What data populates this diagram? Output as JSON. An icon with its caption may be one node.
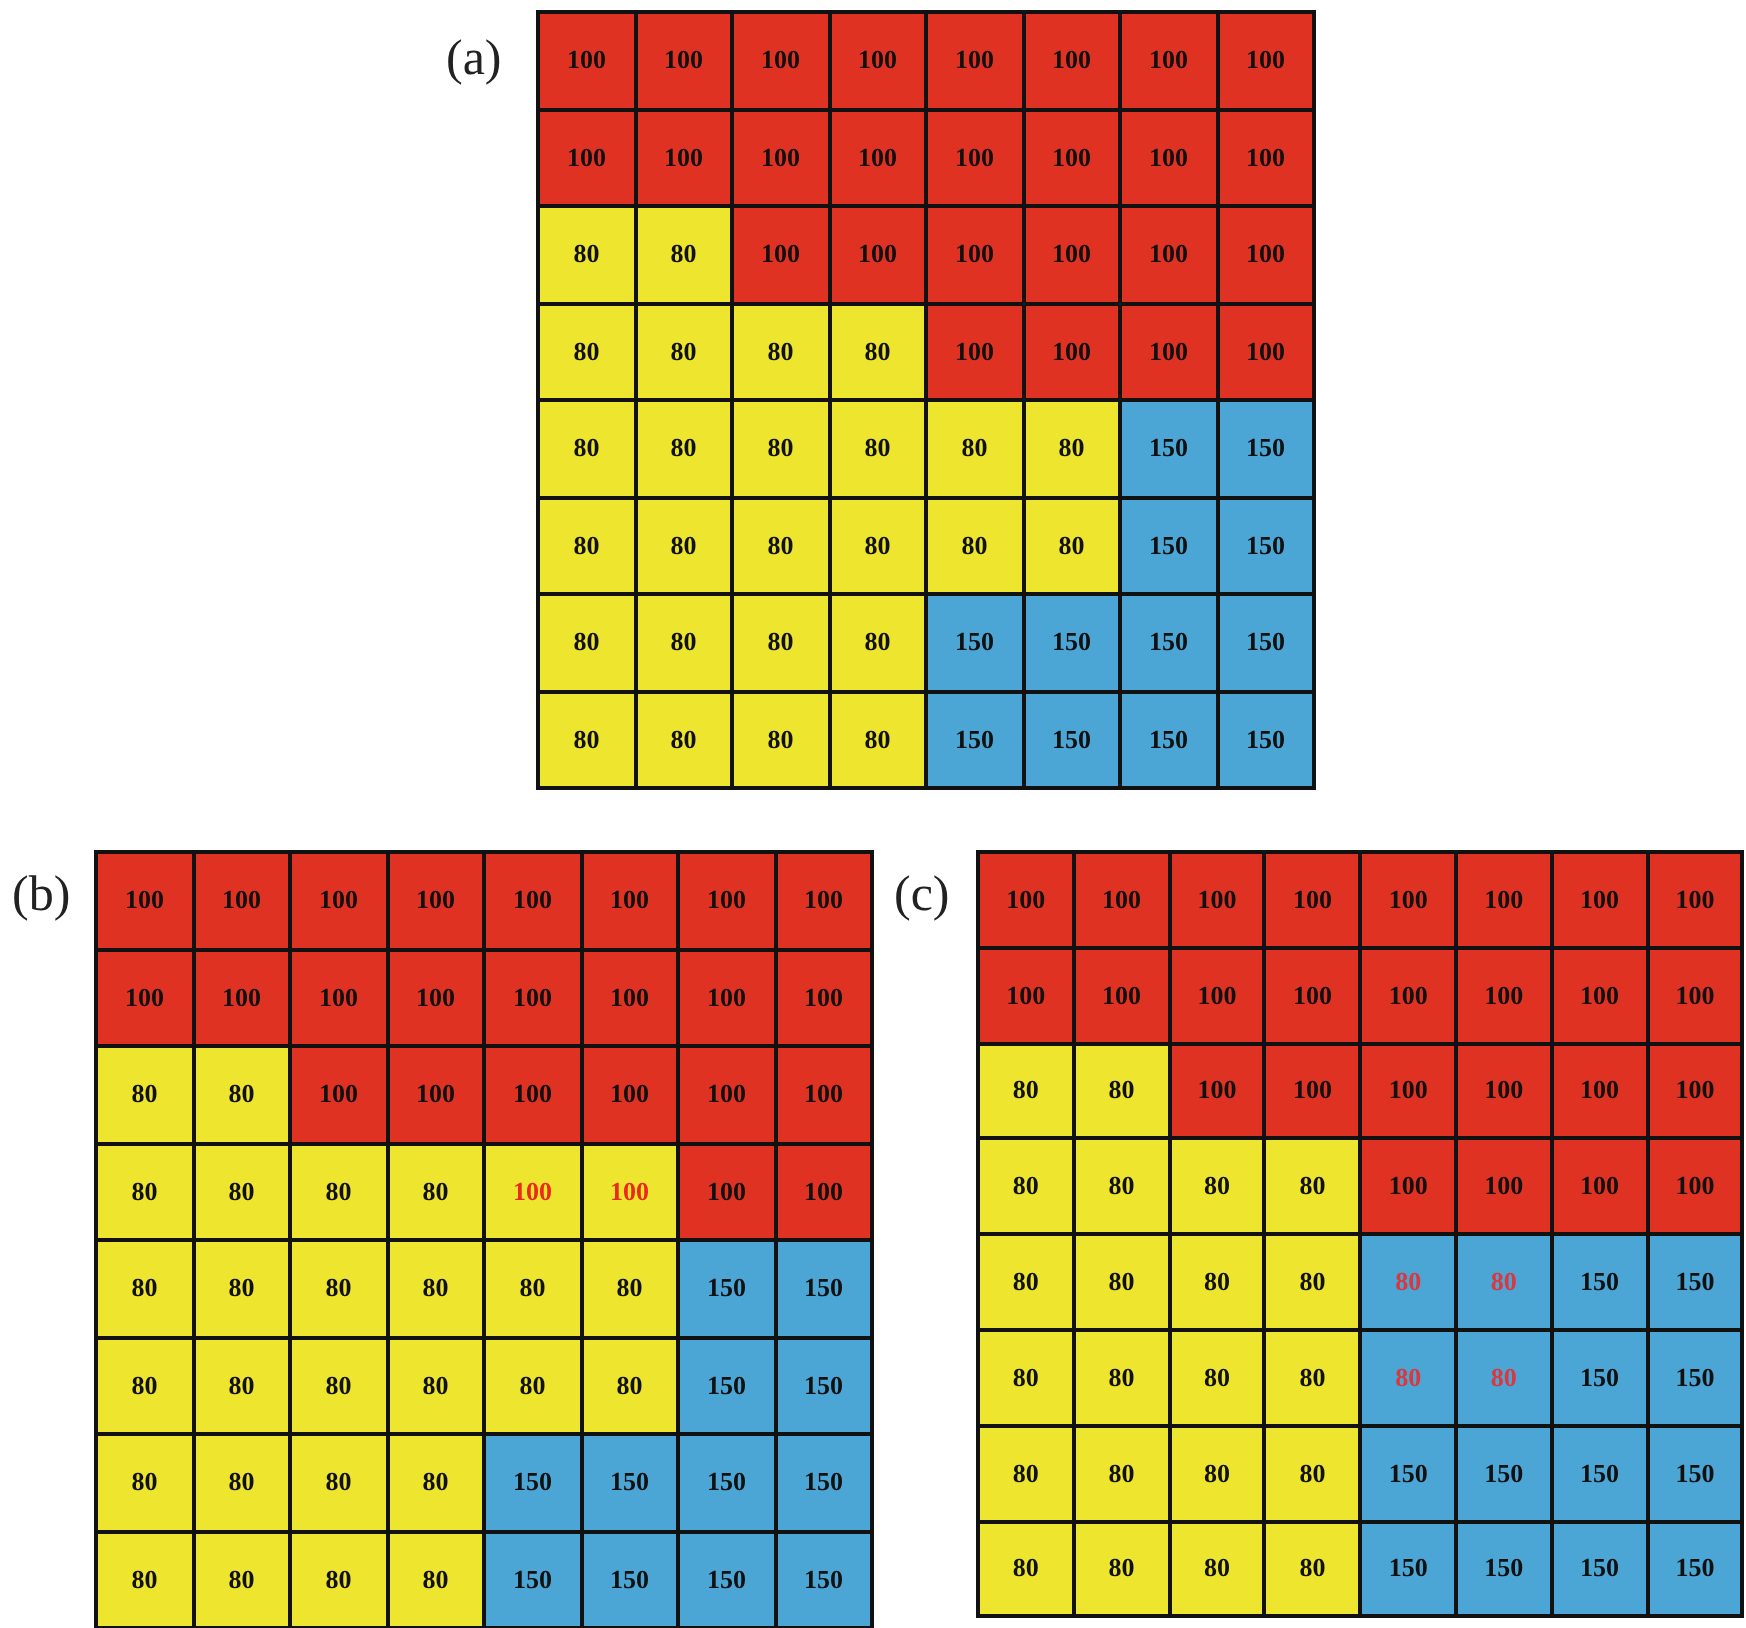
{
  "diagram": {
    "nodes": [
      {
        "text": [
          "(a)"
        ]
      },
      {
        "text": [
          "100"
        ],
        "in": 0
      },
      {
        "text": [
          "100"
        ],
        "in": 0
      },
      {
        "text": [
          "100"
        ],
        "in": 0
      },
      {
        "text": [
          "100"
        ],
        "in": 0
      },
      {
        "text": [
          "100"
        ],
        "in": 0
      },
      {
        "text": [
          "100"
        ],
        "in": 0
      },
      {
        "text": [
          "100"
        ],
        "in": 0
      },
      {
        "text": [
          "100"
        ],
        "in": 0
      },
      {
        "text": [
          "100"
        ],
        "in": 0
      },
      {
        "text": [
          "100"
        ],
        "in": 0
      },
      {
        "text": [
          "100"
        ],
        "in": 0
      },
      {
        "text": [
          "100"
        ],
        "in": 0
      },
      {
        "text": [
          "100"
        ],
        "in": 0
      },
      {
        "text": [
          "100"
        ],
        "in": 0
      },
      {
        "text": [
          "100"
        ],
        "in": 0
      },
      {
        "text": [
          "100"
        ],
        "in": 0
      },
      {
        "text": [
          "80"
        ],
        "in": 0
      },
      {
        "text": [
          "80"
        ],
        "in": 0
      },
      {
        "text": [
          "100"
        ],
        "in": 0
      },
      {
        "text": [
          "100"
        ],
        "in": 0
      },
      {
        "text": [
          "100"
        ],
        "in": 0
      },
      {
        "text": [
          "100"
        ],
        "in": 0
      },
      {
        "text": [
          "100"
        ],
        "in": 0
      },
      {
        "text": [
          "100"
        ],
        "in": 0
      },
      {
        "text": [
          "80"
        ],
        "in": 0
      },
      {
        "text": [
          "80"
        ],
        "in": 0
      },
      {
        "text": [
          "80"
        ],
        "in": 0
      },
      {
        "text": [
          "80"
        ],
        "in": 0
      },
      {
        "text": [
          "100"
        ],
        "in": 0
      },
      {
        "text": [
          "100"
        ],
        "in": 0
      },
      {
        "text": [
          "100"
        ],
        "in": 0
      },
      {
        "text": [
          "100"
        ],
        "in": 0
      },
      {
        "text": [
          "80"
        ],
        "in": 0
      },
      {
        "text": [
          "80"
        ],
        "in": 0
      },
      {
        "text": [
          "80"
        ],
        "in": 0
      },
      {
        "text": [
          "80"
        ],
        "in": 0
      },
      {
        "text": [
          "80"
        ],
        "in": 0
      },
      {
        "text": [
          "80"
        ],
        "in": 0
      },
      {
        "text": [
          "150"
        ],
        "in": 0
      },
      {
        "text": [
          "150"
        ],
        "in": 0
      },
      {
        "text": [
          "80"
        ],
        "in": 0
      },
      {
        "text": [
          "80"
        ],
        "in": 0
      },
      {
        "text": [
          "80"
        ],
        "in": 0
      },
      {
        "text": [
          "80"
        ],
        "in": 0
      },
      {
        "text": [
          "80"
        ],
        "in": 0
      },
      {
        "text": [
          "80"
        ],
        "in": 0
      },
      {
        "text": [
          "150"
        ],
        "in": 0
      },
      {
        "text": [
          "150"
        ],
        "in": 0
      },
      {
        "text": [
          "80"
        ],
        "in": 0
      },
      {
        "text": [
          "80"
        ],
        "in": 0
      },
      {
        "text": [
          "80"
        ],
        "in": 0
      },
      {
        "text": [
          "80"
        ],
        "in": 0
      },
      {
        "text": [
          "150"
        ],
        "in": 0
      },
      {
        "text": [
          "150"
        ],
        "in": 0
      },
      {
        "text": [
          "150"
        ],
        "in": 0
      },
      {
        "text": [
          "150"
        ],
        "in": 0
      },
      {
        "text": [
          "80"
        ],
        "in": 0
      },
      {
        "text": [
          "80"
        ],
        "in": 0
      },
      {
        "text": [
          "80"
        ],
        "in": 0
      },
      {
        "text": [
          "80"
        ],
        "in": 0
      },
      {
        "text": [
          "150"
        ],
        "in": 0
      },
      {
        "text": [
          "150"
        ],
        "in": 0
      },
      {
        "text": [
          "150"
        ],
        "in": 0
      },
      {
        "text": [
          "150"
        ],
        "in": 0
      },
      {
        "text": [
          "(b)"
        ]
      },
      {
        "text": [
          "100"
        ],
        "in": 65
      },
      {
        "text": [
          "100"
        ],
        "in": 65
      },
      {
        "text": [
          "100"
        ],
        "in": 65
      },
      {
        "text": [
          "100"
        ],
        "in": 65
      },
      {
        "text": [
          "100"
        ],
        "in": 65
      },
      {
        "text": [
          "100"
        ],
        "in": 65
      },
      {
        "text": [
          "100"
        ],
        "in": 65
      },
      {
        "text": [
          "100"
        ],
        "in": 65
      },
      {
        "text": [
          "100"
        ],
        "in": 65
      },
      {
        "text": [
          "100"
        ],
        "in": 65
      },
      {
        "text": [
          "100"
        ],
        "in": 65
      },
      {
        "text": [
          "100"
        ],
        "in": 65
      },
      {
        "text": [
          "100"
        ],
        "in": 65
      },
      {
        "text": [
          "100"
        ],
        "in": 65
      },
      {
        "text": [
          "100"
        ],
        "in": 65
      },
      {
        "text": [
          "100"
        ],
        "in": 65
      },
      {
        "text": [
          "80"
        ],
        "in": 65
      },
      {
        "text": [
          "80"
        ],
        "in": 65
      },
      {
        "text": [
          "100"
        ],
        "in": 65
      },
      {
        "text": [
          "100"
        ],
        "in": 65
      },
      {
        "text": [
          "100"
        ],
        "in": 65
      },
      {
        "text": [
          "100"
        ],
        "in": 65
      },
      {
        "text": [
          "100"
        ],
        "in": 65
      },
      {
        "text": [
          "100"
        ],
        "in": 65
      },
      {
        "text": [
          "80"
        ],
        "in": 65
      },
      {
        "text": [
          "80"
        ],
        "in": 65
      },
      {
        "text": [
          "80"
        ],
        "in": 65
      },
      {
        "text": [
          "80"
        ],
        "in": 65
      },
      {
        "text": [
          "100"
        ],
        "in": 65
      },
      {
        "text": [
          "100"
        ],
        "in": 65
      },
      {
        "text": [
          "100"
        ],
        "in": 65
      },
      {
        "text": [
          "100"
        ],
        "in": 65
      },
      {
        "text": [
          "80"
        ],
        "in": 65
      },
      {
        "text": [
          "80"
        ],
        "in": 65
      },
      {
        "text": [
          "80"
        ],
        "in": 65
      },
      {
        "text": [
          "80"
        ],
        "in": 65
      },
      {
        "text": [
          "80"
        ],
        "in": 65
      },
      {
        "text": [
          "80"
        ],
        "in": 65
      },
      {
        "text": [
          "150"
        ],
        "in": 65
      },
      {
        "text": [
          "150"
        ],
        "in": 65
      },
      {
        "text": [
          "80"
        ],
        "in": 65
      },
      {
        "text": [
          "80"
        ],
        "in": 65
      },
      {
        "text": [
          "80"
        ],
        "in": 65
      },
      {
        "text": [
          "80"
        ],
        "in": 65
      },
      {
        "text": [
          "80"
        ],
        "in": 65
      },
      {
        "text": [
          "80"
        ],
        "in": 65
      },
      {
        "text": [
          "150"
        ],
        "in": 65
      },
      {
        "text": [
          "150"
        ],
        "in": 65
      },
      {
        "text": [
          "80"
        ],
        "in": 65
      },
      {
        "text": [
          "80"
        ],
        "in": 65
      },
      {
        "text": [
          "80"
        ],
        "in": 65
      },
      {
        "text": [
          "80"
        ],
        "in": 65
      },
      {
        "text": [
          "150"
        ],
        "in": 65
      },
      {
        "text": [
          "150"
        ],
        "in": 65
      },
      {
        "text": [
          "150"
        ],
        "in": 65
      },
      {
        "text": [
          "150"
        ],
        "in": 65
      },
      {
        "text": [
          "80"
        ],
        "in": 65
      },
      {
        "text": [
          "80"
        ],
        "in": 65
      },
      {
        "text": [
          "80"
        ],
        "in": 65
      },
      {
        "text": [
          "80"
        ],
        "in": 65
      },
      {
        "text": [
          "150"
        ],
        "in": 65
      },
      {
        "text": [
          "150"
        ],
        "in": 65
      },
      {
        "text": [
          "150"
        ],
        "in": 65
      },
      {
        "text": [
          "150"
        ],
        "in": 65
      },
      {
        "text": [
          "(c)"
        ]
      },
      {
        "text": [
          "100"
        ],
        "in": 130
      },
      {
        "text": [
          "100"
        ],
        "in": 130
      },
      {
        "text": [
          "100"
        ],
        "in": 130
      },
      {
        "text": [
          "100"
        ],
        "in": 130
      },
      {
        "text": [
          "100"
        ],
        "in": 130
      },
      {
        "text": [
          "100"
        ],
        "in": 130
      },
      {
        "text": [
          "100"
        ],
        "in": 130
      },
      {
        "text": [
          "100"
        ],
        "in": 130
      },
      {
        "text": [
          "100"
        ],
        "in": 130
      },
      {
        "text": [
          "100"
        ],
        "in": 130
      },
      {
        "text": [
          "100"
        ],
        "in": 130
      },
      {
        "text": [
          "100"
        ],
        "in": 130
      },
      {
        "text": [
          "100"
        ],
        "in": 130
      },
      {
        "text": [
          "100"
        ],
        "in": 130
      },
      {
        "text": [
          "100"
        ],
        "in": 130
      },
      {
        "text": [
          "100"
        ],
        "in": 130
      },
      {
        "text": [
          "80"
        ],
        "in": 130
      },
      {
        "text": [
          "80"
        ],
        "in": 130
      },
      {
        "text": [
          "100"
        ],
        "in": 130
      },
      {
        "text": [
          "100"
        ],
        "in": 130
      },
      {
        "text": [
          "100"
        ],
        "in": 130
      },
      {
        "text": [
          "100"
        ],
        "in": 130
      },
      {
        "text": [
          "100"
        ],
        "in": 130
      },
      {
        "text": [
          "100"
        ],
        "in": 130
      },
      {
        "text": [
          "80"
        ],
        "in": 130
      },
      {
        "text": [
          "80"
        ],
        "in": 130
      },
      {
        "text": [
          "80"
        ],
        "in": 130
      },
      {
        "text": [
          "80"
        ],
        "in": 130
      },
      {
        "text": [
          "100"
        ],
        "in": 130
      },
      {
        "text": [
          "100"
        ],
        "in": 130
      },
      {
        "text": [
          "100"
        ],
        "in": 130
      },
      {
        "text": [
          "100"
        ],
        "in": 130
      },
      {
        "text": [
          "80"
        ],
        "in": 130
      },
      {
        "text": [
          "80"
        ],
        "in": 130
      },
      {
        "text": [
          "80"
        ],
        "in": 130
      },
      {
        "text": [
          "80"
        ],
        "in": 130
      },
      {
        "text": [
          "80"
        ],
        "in": 130
      },
      {
        "text": [
          "80"
        ],
        "in": 130
      },
      {
        "text": [
          "150"
        ],
        "in": 130
      },
      {
        "text": [
          "150"
        ],
        "in": 130
      },
      {
        "text": [
          "80"
        ],
        "in": 130
      },
      {
        "text": [
          "80"
        ],
        "in": 130
      },
      {
        "text": [
          "80"
        ],
        "in": 130
      },
      {
        "text": [
          "80"
        ],
        "in": 130
      },
      {
        "text": [
          "80"
        ],
        "in": 130
      },
      {
        "text": [
          "80"
        ],
        "in": 130
      },
      {
        "text": [
          "150"
        ],
        "in": 130
      },
      {
        "text": [
          "150"
        ],
        "in": 130
      },
      {
        "text": [
          "80"
        ],
        "in": 130
      },
      {
        "text": [
          "80"
        ],
        "in": 130
      },
      {
        "text": [
          "80"
        ],
        "in": 130
      },
      {
        "text": [
          "80"
        ],
        "in": 130
      },
      {
        "text": [
          "150"
        ],
        "in": 130
      },
      {
        "text": [
          "150"
        ],
        "in": 130
      },
      {
        "text": [
          "150"
        ],
        "in": 130
      },
      {
        "text": [
          "150"
        ],
        "in": 130
      },
      {
        "text": [
          "80"
        ],
        "in": 130
      },
      {
        "text": [
          "80"
        ],
        "in": 130
      },
      {
        "text": [
          "80"
        ],
        "in": 130
      },
      {
        "text": [
          "80"
        ],
        "in": 130
      },
      {
        "text": [
          "150"
        ],
        "in": 130
      },
      {
        "text": [
          "150"
        ],
        "in": 130
      },
      {
        "text": [
          "150"
        ],
        "in": 130
      },
      {
        "text": [
          "150"
        ],
        "in": 130
      }
    ]
  }
}
